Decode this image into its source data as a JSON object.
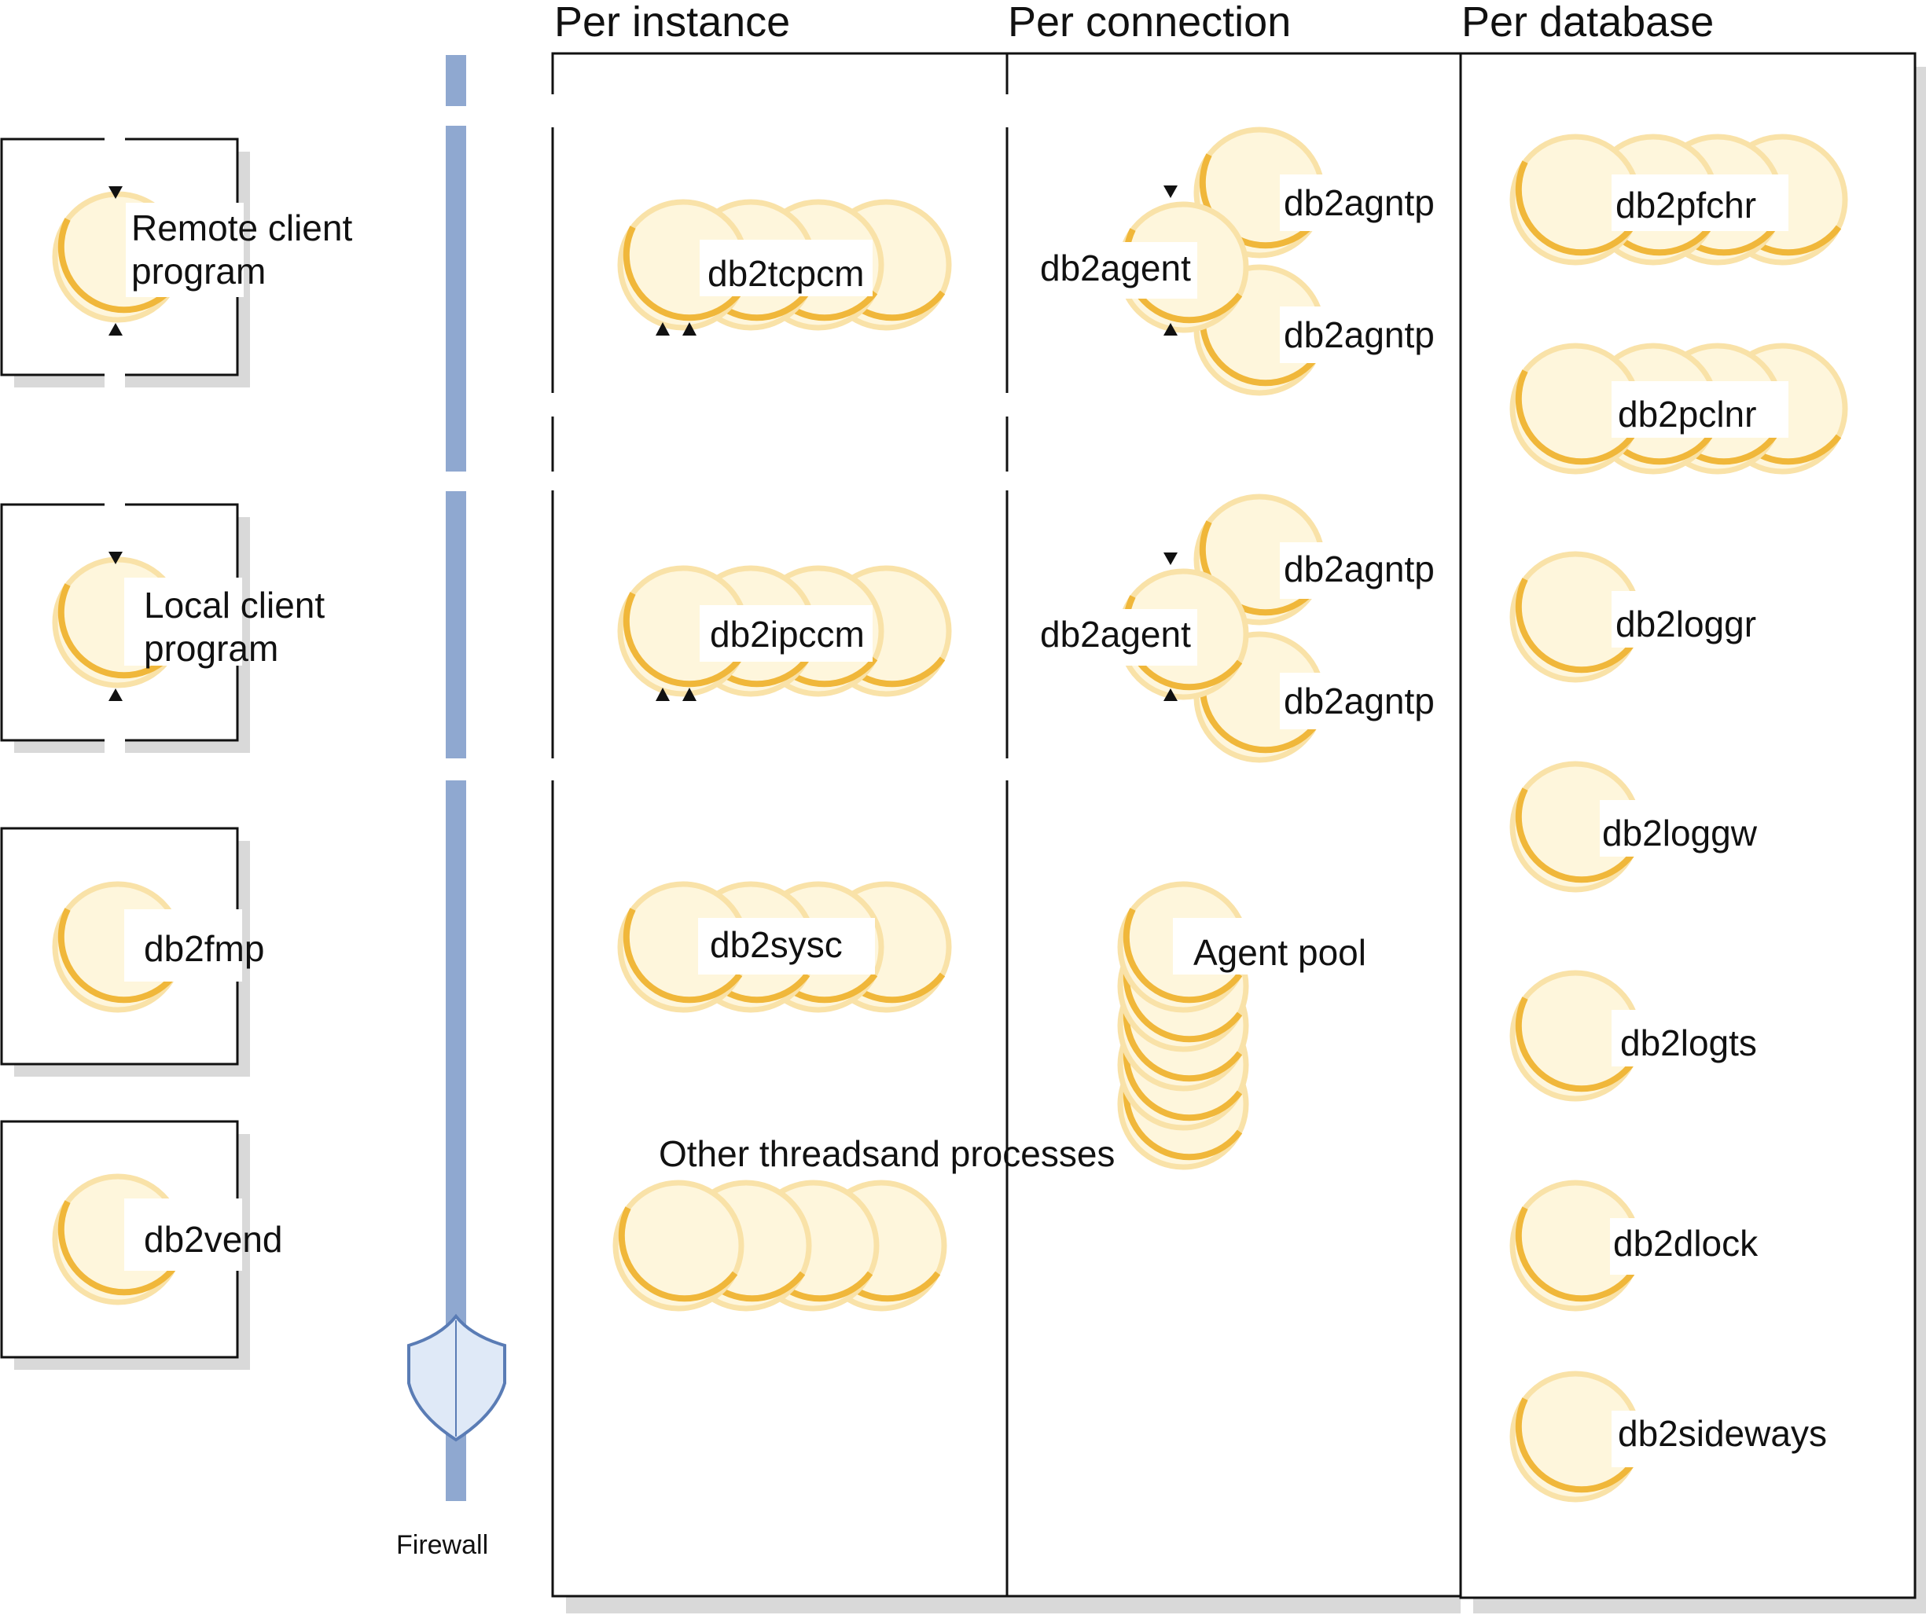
{
  "columns": {
    "per_instance": "Per instance",
    "per_connection": "Per connection",
    "per_database": "Per database"
  },
  "clients": {
    "remote": [
      "Remote client",
      "program"
    ],
    "local": [
      "Local client",
      " program"
    ],
    "fmp": "db2fmp",
    "vend": "db2vend"
  },
  "instance": {
    "tcpcm": "db2tcpcm",
    "ipccm": "db2ipccm",
    "sysc": "db2sysc",
    "other": "Other threadsand processes"
  },
  "connection": {
    "agent1": "db2agent",
    "agntp1": "db2agntp",
    "agntp2": "db2agntp",
    "agent2": "db2agent",
    "agntp3": "db2agntp",
    "agntp4": "db2agntp",
    "pool": "Agent pool"
  },
  "database": {
    "pfchr": "db2pfchr",
    "pclnr": "db2pclnr",
    "loggr": "db2loggr",
    "loggw": "db2loggw",
    "logts": "db2logts",
    "dlock": "db2dlock",
    "sideways": "db2sideways"
  },
  "firewall": "Firewall",
  "colors": {
    "circle_fill": "#fef6dc",
    "circle_stroke": "#f0b73a",
    "circle_stroke_light": "#f9e2a8",
    "firewall_bar": "#8fa8d0",
    "shield_fill": "#dfe9f7",
    "shield_stroke": "#5a7cb5",
    "frame": "#111111",
    "shadow": "#d9d9d9"
  }
}
